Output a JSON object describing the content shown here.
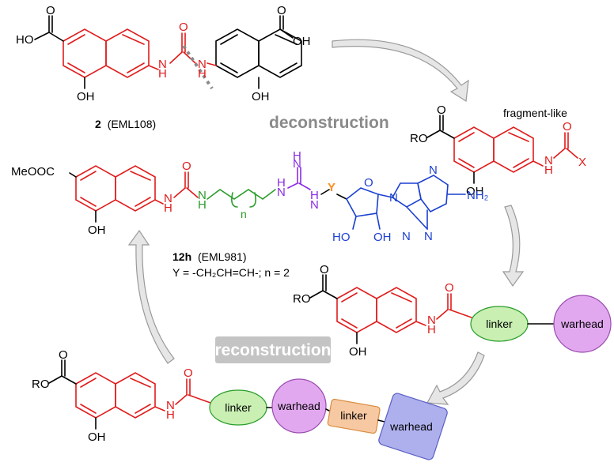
{
  "compound_top": {
    "number": "2",
    "code": "(EML108)",
    "atoms": {
      "ho_left": "HO",
      "o": "O",
      "oh": "OH",
      "nh": "H",
      "n": "N",
      "oh_right": "OH",
      "o_right": "O"
    }
  },
  "stages": {
    "deconstruction": "deconstruction",
    "reconstruction": "reconstruction"
  },
  "fragment": {
    "label": "fragment-like",
    "ro": "RO",
    "o": "O",
    "oh": "OH",
    "nh": "H",
    "n": "N",
    "x": "X"
  },
  "compound_12h": {
    "number": "12h",
    "code": "(EML981)",
    "definition": "Y = -CH₂CH=CH-; n = 2",
    "meooc": "MeOOC",
    "oh": "OH",
    "n_sub": "n",
    "y": "Y",
    "nh2": "NH₂",
    "ho": "HO",
    "oh2": "OH",
    "o": "O",
    "h": "H",
    "n": "N"
  },
  "construct_single": {
    "ro": "RO",
    "o": "O",
    "oh": "OH",
    "nh": "H",
    "n": "N",
    "linker": "linker",
    "warhead": "warhead"
  },
  "construct_double": {
    "ro": "RO",
    "o": "O",
    "oh": "OH",
    "nh": "H",
    "n": "N",
    "linker1": "linker",
    "warhead1": "warhead",
    "linker2": "linker",
    "warhead2": "warhead"
  },
  "colors": {
    "red": "#e01c1c",
    "green_fill": "#c9efb3",
    "purple_fill": "#e2a8ef",
    "orange_fill": "#f7c9a3",
    "blue_fill": "#aeb0ee",
    "stage_text": "#8a8a8a"
  }
}
